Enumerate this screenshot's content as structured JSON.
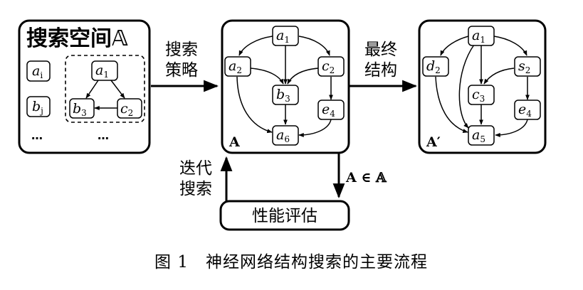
{
  "search_space": {
    "title": "搜索空间",
    "symbol": "𝔸",
    "ellipsis": "…",
    "items": [
      {
        "base": "a",
        "sub": "i"
      },
      {
        "base": "b",
        "sub": "j"
      }
    ],
    "graph_nodes": [
      {
        "base": "a",
        "sub": "1"
      },
      {
        "base": "b",
        "sub": "3"
      },
      {
        "base": "c",
        "sub": "2"
      }
    ]
  },
  "arrows": {
    "search_strategy": [
      "搜索",
      "策略"
    ],
    "final_structure": [
      "最终",
      "结构"
    ],
    "iterative_search": [
      "迭代",
      "搜索"
    ],
    "membership": "A ∈ 𝔸"
  },
  "panel_a": {
    "label": "A",
    "nodes": [
      {
        "base": "a",
        "sub": "1"
      },
      {
        "base": "a",
        "sub": "2"
      },
      {
        "base": "c",
        "sub": "2"
      },
      {
        "base": "b",
        "sub": "3"
      },
      {
        "base": "e",
        "sub": "4"
      },
      {
        "base": "a",
        "sub": "6"
      }
    ]
  },
  "panel_a_prime": {
    "label": "A′",
    "nodes": [
      {
        "base": "a",
        "sub": "1"
      },
      {
        "base": "d",
        "sub": "2"
      },
      {
        "base": "s",
        "sub": "2"
      },
      {
        "base": "c",
        "sub": "3"
      },
      {
        "base": "e",
        "sub": "4"
      },
      {
        "base": "a",
        "sub": "5"
      }
    ]
  },
  "evaluation": {
    "label": "性能评估"
  },
  "caption": "图 1　神经网络结构搜索的主要流程"
}
